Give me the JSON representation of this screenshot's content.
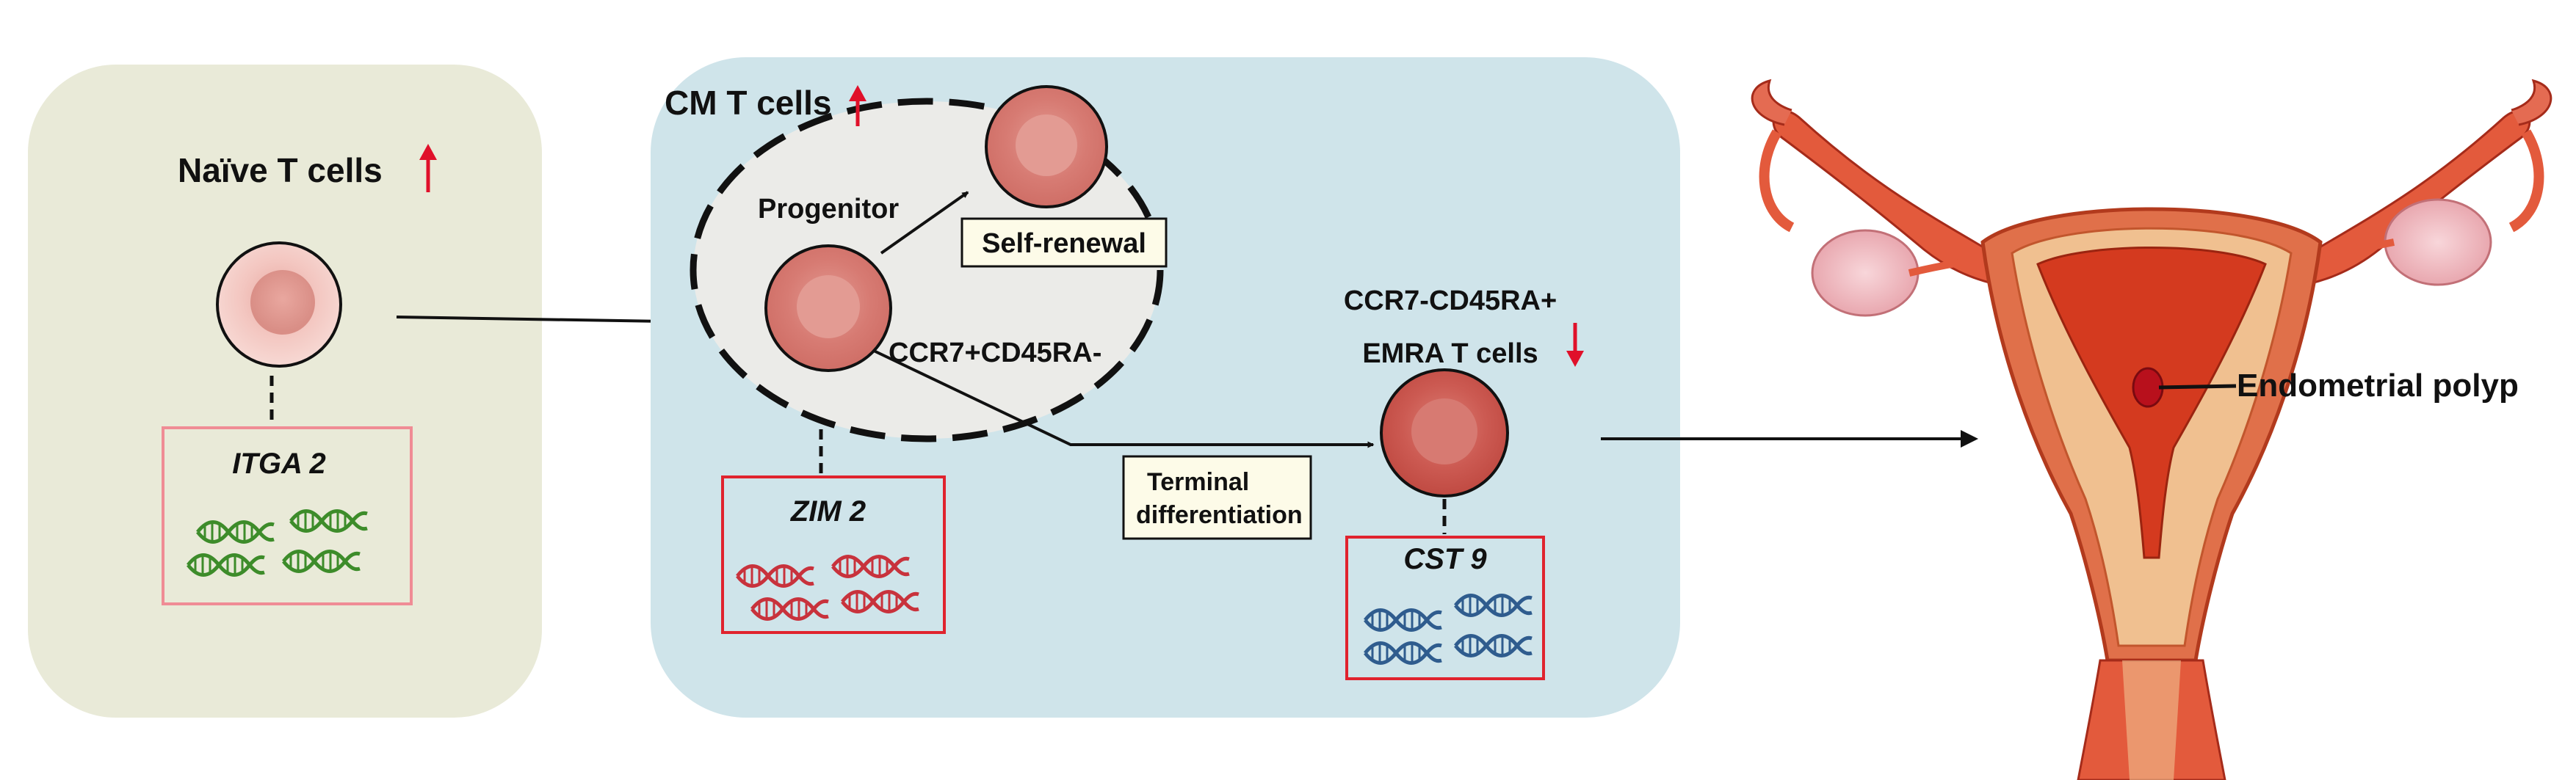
{
  "colors": {
    "naive_panel": "#e9ead8",
    "cm_panel": "#cfe4ea",
    "progenitor_ellipse": "#ebebe8",
    "gene_box_naive": "#f08c95",
    "gene_box_red": "#e0232e",
    "arrow": "#111111",
    "up_down_arrow": "#e0102a",
    "dna_green": "#3d8c2a",
    "dna_red": "#c8323c",
    "dna_blue": "#2f5c8e",
    "uterus_wall": "#e0704a",
    "uterus_cavity": "#d43a1f"
  },
  "naive": {
    "title": "Naïve T cells",
    "trend": "up",
    "gene": "ITGA 2",
    "dna_icon": "dna-green-icon"
  },
  "cm": {
    "title": "CM T cells",
    "trend": "up",
    "progenitor_label": "Progenitor",
    "self_renewal_label": "Self-renewal",
    "marker_label": "CCR7+CD45RA-",
    "gene": "ZIM 2",
    "dna_icon": "dna-red-icon"
  },
  "terminal": {
    "line1": "Terminal",
    "line2": "differentiation"
  },
  "emra": {
    "marker_label": "CCR7-CD45RA+",
    "title": "EMRA T cells",
    "trend": "down",
    "gene": "CST 9",
    "dna_icon": "dna-blue-icon"
  },
  "uterus": {
    "label": "Endometrial polyp"
  }
}
